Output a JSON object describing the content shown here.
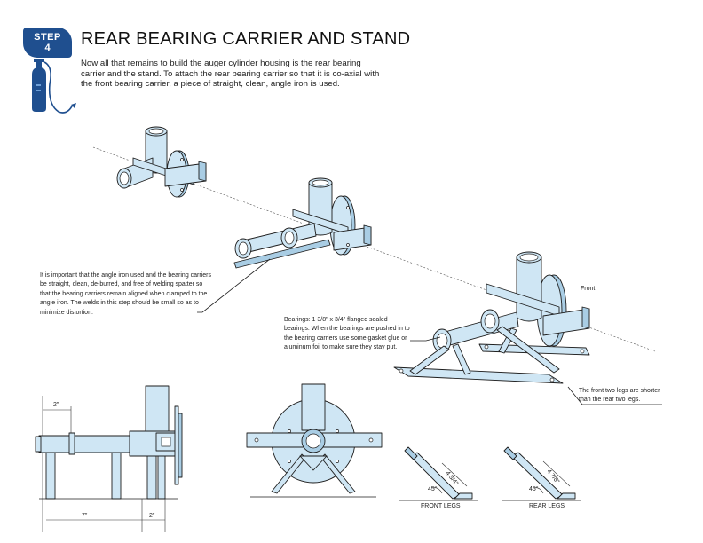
{
  "step_badge": {
    "word": "STEP",
    "number": "4"
  },
  "title": "REAR BEARING CARRIER AND STAND",
  "intro": "Now all that remains to build the auger cylinder housing is the rear bearing carrier and the stand. To attach the rear bearing carrier so that it is co-axial with the front bearing carrier, a piece of straight, clean, angle iron is used.",
  "notes": {
    "angle_iron": "It is important that the angle iron used and the bearing carriers be straight, clean, de-burred, and free of welding spatter so that the bearing carriers remain aligned when clamped to the angle iron. The welds in this step should be small so as to minimize distortion.",
    "bearings": "Bearings: 1 3/8\" x 3/4\" flanged sealed bearings. When the bearings are pushed in to the bearing carriers use some gasket glue or aluminum foil to make sure they stay put.",
    "front": "Front",
    "legs": "The front two legs are shorter than the rear two legs."
  },
  "dimensions": {
    "width_top": "2\"",
    "length_bottom": "7\"",
    "width_bottom": "2\"",
    "front_leg_length": "4 3/4\"",
    "rear_leg_length": "4 7/8\"",
    "front_leg_angle": "45°",
    "rear_leg_angle": "45°"
  },
  "captions": {
    "front_legs": "FRONT LEGS",
    "rear_legs": "REAR LEGS"
  },
  "colors": {
    "part_fill": "#cfe6f4",
    "part_fill_dark": "#a9cde4",
    "line": "#1e1e1e",
    "badge": "#1f4f8f",
    "tank": "#1f4f8f"
  }
}
